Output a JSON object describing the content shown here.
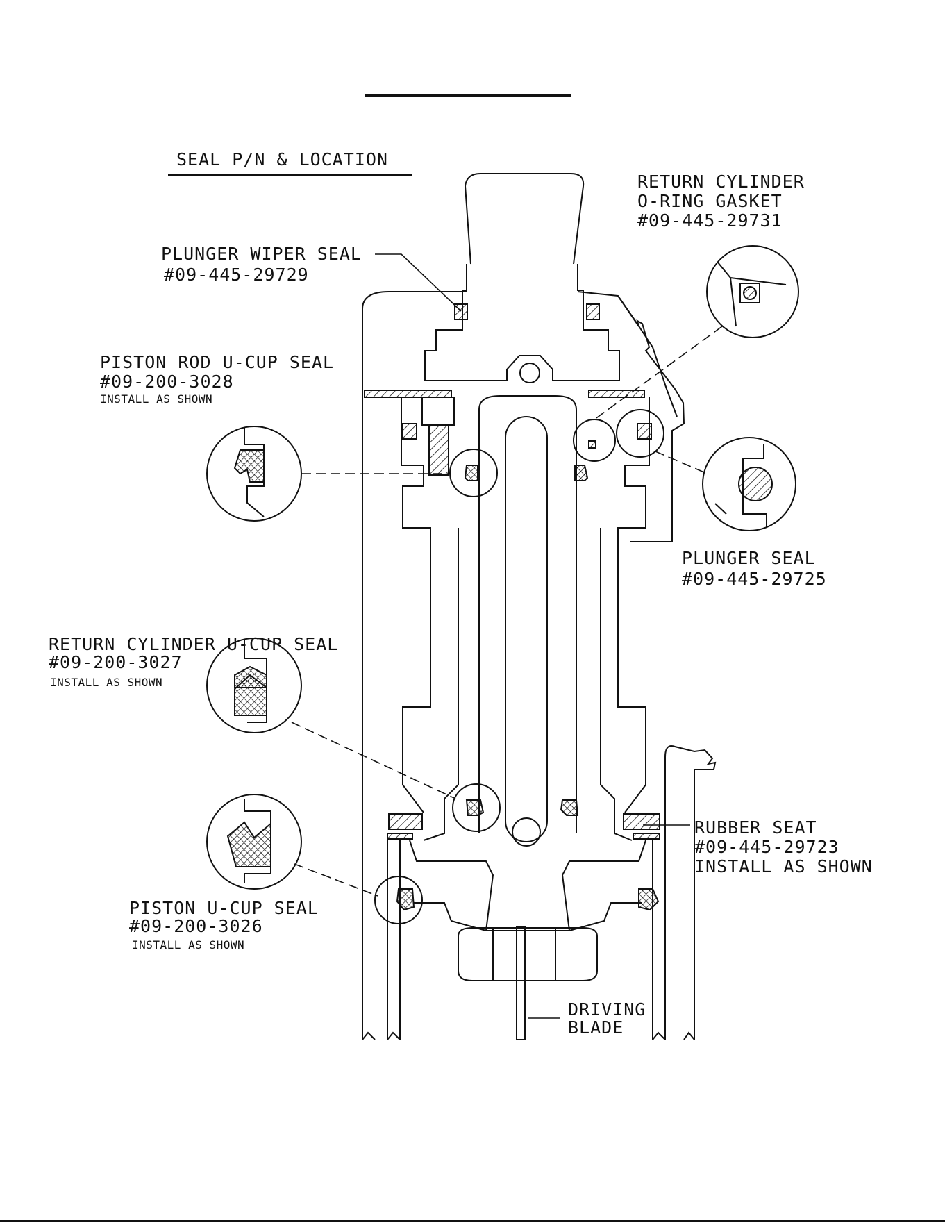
{
  "header": {
    "title": "SEAL P/N & LOCATION"
  },
  "callouts": {
    "plunger_wiper_seal": {
      "name": "PLUNGER WIPER SEAL",
      "part_no": "#09-445-29729"
    },
    "return_cylinder_oring_gasket": {
      "line1": "RETURN CYLINDER",
      "line2": "O-RING GASKET",
      "part_no": "#09-445-29731"
    },
    "piston_rod_ucup_seal": {
      "name": "PISTON ROD U-CUP SEAL",
      "part_no": "#09-200-3028",
      "note": "INSTALL AS SHOWN"
    },
    "plunger_seal": {
      "name": "PLUNGER SEAL",
      "part_no": "#09-445-29725"
    },
    "return_cylinder_ucup_seal": {
      "name": "RETURN CYLINDER U-CUP SEAL",
      "part_no": "#09-200-3027",
      "note": "INSTALL AS SHOWN"
    },
    "rubber_seat": {
      "name": "RUBBER SEAT",
      "part_no": "#09-445-29723",
      "note": "INSTALL AS SHOWN"
    },
    "piston_ucup_seal": {
      "name": "PISTON U-CUP SEAL",
      "part_no": "#09-200-3026",
      "note": "INSTALL AS SHOWN"
    },
    "driving_blade": {
      "line1": "DRIVING",
      "line2": "BLADE"
    }
  },
  "colors": {
    "ink": "#111111",
    "paper": "#ffffff"
  }
}
